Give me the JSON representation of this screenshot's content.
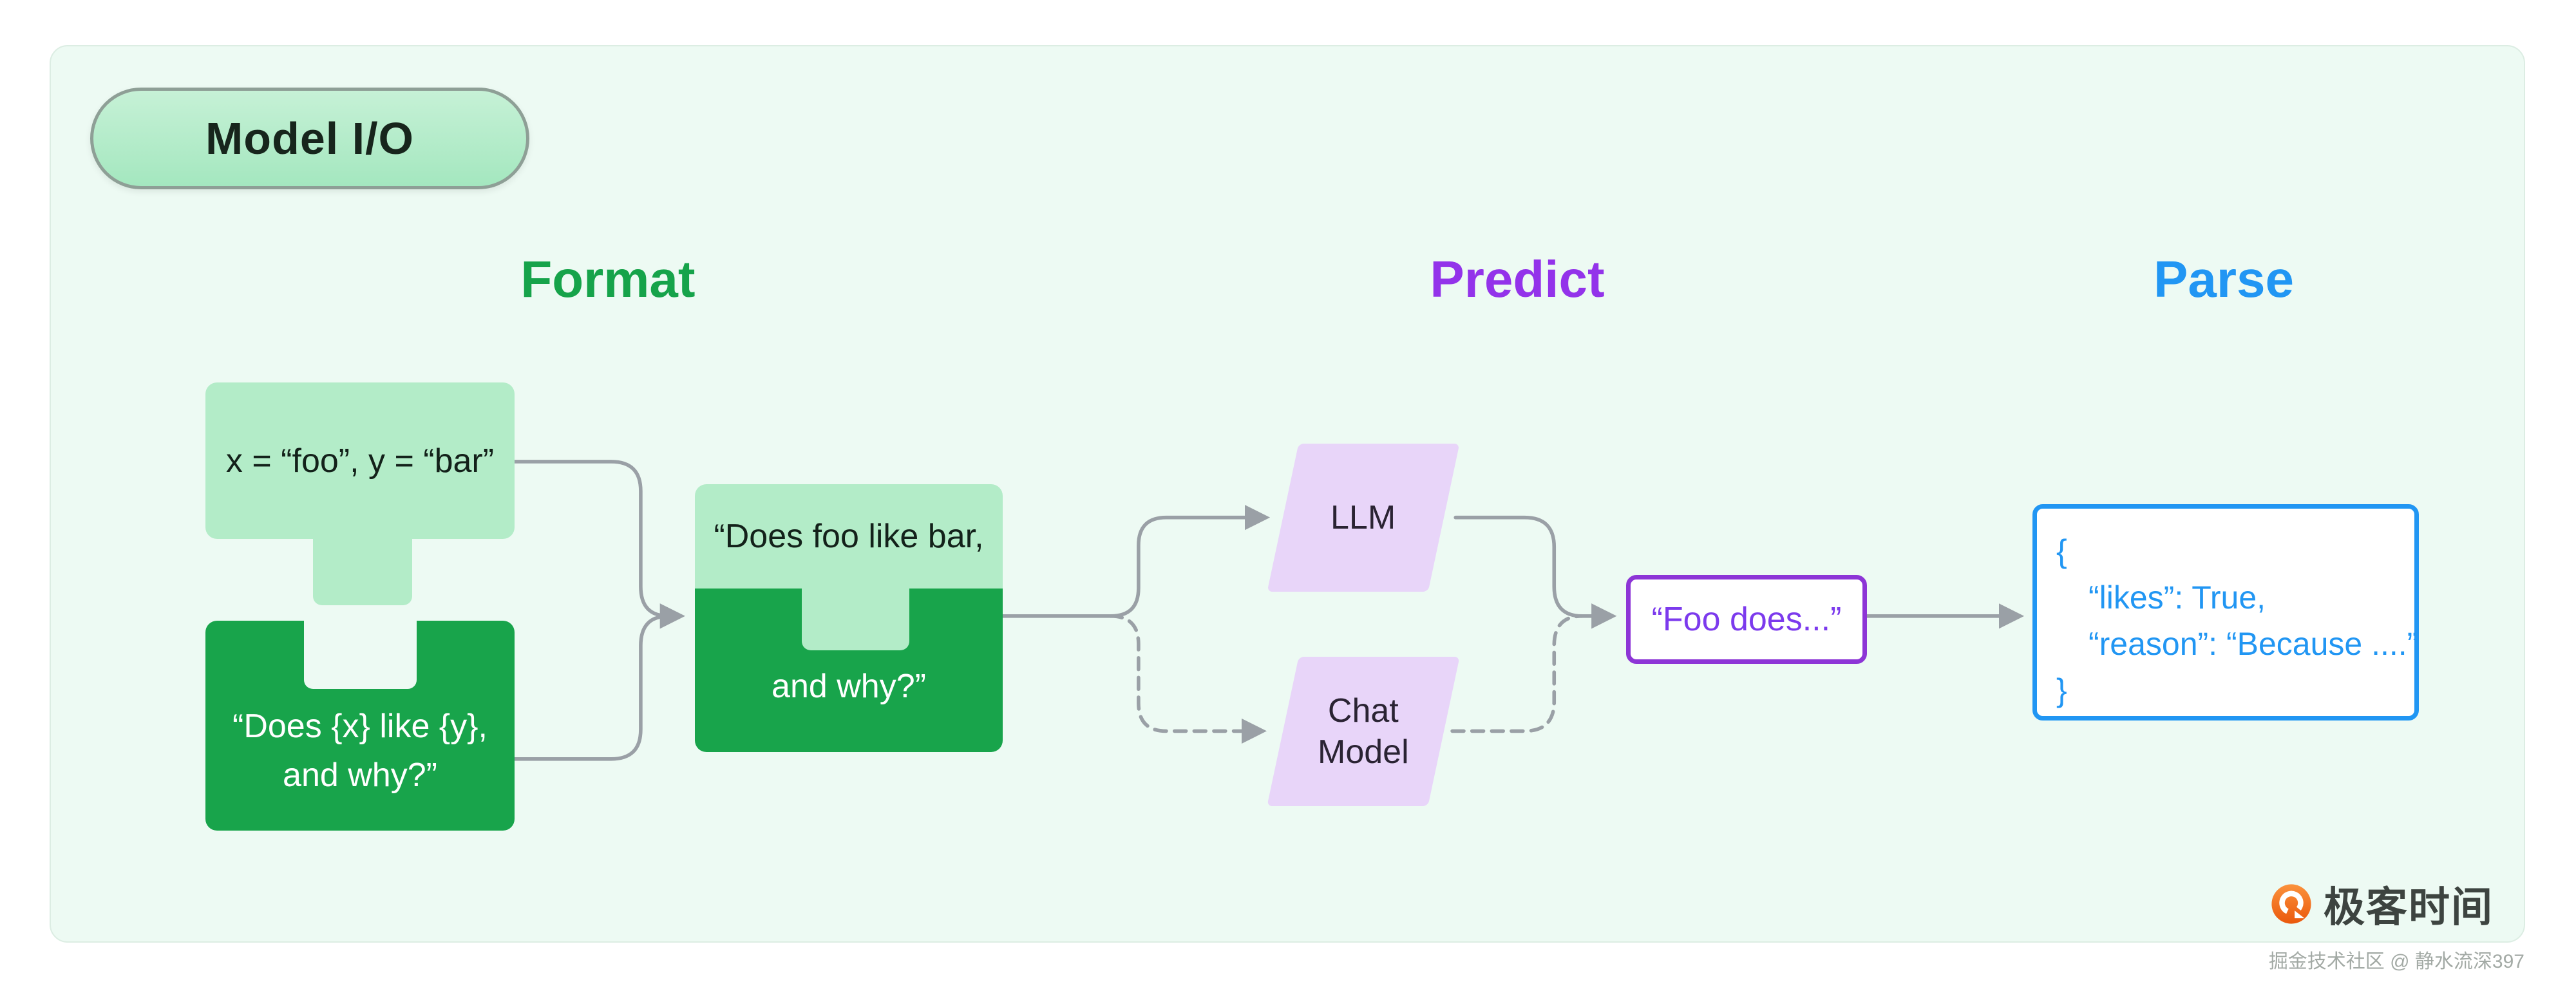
{
  "page": {
    "badge": "Model I/O",
    "logo_text": "极客时间",
    "watermark": "掘金技术社区 @ 静水流深397"
  },
  "sections": {
    "format": {
      "label": "Format",
      "color": "#16a34a"
    },
    "predict": {
      "label": "Predict",
      "color": "#9333ea"
    },
    "parse": {
      "label": "Parse",
      "color": "#2196f3"
    }
  },
  "format": {
    "values_box": "x = “foo”, y = “bar”",
    "template_line1": "“Does {x} like {y},",
    "template_line2": "and why?”",
    "merged_top": "“Does foo like bar,",
    "merged_bottom": "and why?”"
  },
  "predict": {
    "llm_label": "LLM",
    "chat_line1": "Chat",
    "chat_line2": "Model",
    "output_text": "“Foo does...”"
  },
  "parse": {
    "lines": [
      "{",
      "“likes”: True,",
      "“reason”: “Because ....”",
      "}"
    ]
  },
  "colors": {
    "light_green": "#b3ecc8",
    "dark_green": "#18a44b",
    "light_purple": "#e8d5f9",
    "purple_border": "#8d35d6",
    "blue": "#2196f3",
    "arrow_gray": "#9aa0a6",
    "canvas_background": "#edfaf3"
  }
}
